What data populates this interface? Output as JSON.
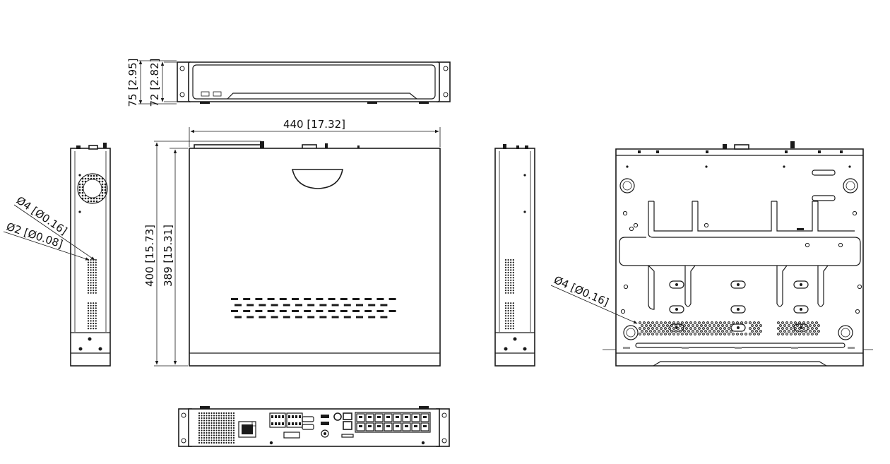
{
  "labels": {
    "height_total": "75 [2.95]",
    "height_body": "72 [2.82]",
    "width": "440 [17.32]",
    "depth_total": "400 [15.73]",
    "depth_body": "389 [15.31]",
    "hole_large_side": "Ø4 [Ø0.16]",
    "hole_small_side": "Ø2 [Ø0.08]",
    "hole_large_bottom": "Ø4 [Ø0.16]"
  },
  "colors": {
    "line": "#1a1a1a",
    "background": "#ffffff"
  }
}
